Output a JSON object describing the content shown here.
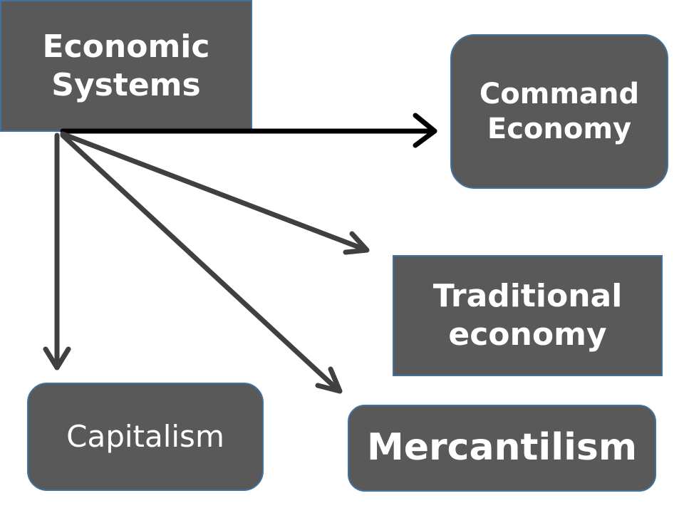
{
  "diagram": {
    "nodes": {
      "economic_systems": {
        "line1": "Economic",
        "line2": "Systems"
      },
      "command_economy": {
        "line1": "Command",
        "line2": "Economy"
      },
      "traditional_economy": {
        "line1": "Traditional",
        "line2": "economy"
      },
      "capitalism": {
        "label": "Capitalism"
      },
      "mercantilism": {
        "label": "Mercantilism"
      }
    },
    "edges": [
      {
        "from": "Economic Systems",
        "to": "Command Economy"
      },
      {
        "from": "Economic Systems",
        "to": "Traditional economy"
      },
      {
        "from": "Economic Systems",
        "to": "Mercantilism"
      },
      {
        "from": "Economic Systems",
        "to": "Capitalism"
      }
    ],
    "colors": {
      "node_fill": "#595959",
      "node_border": "#41719c",
      "node_text": "#ffffff",
      "arrow_primary": "#000000",
      "arrow_secondary": "#404040"
    }
  }
}
